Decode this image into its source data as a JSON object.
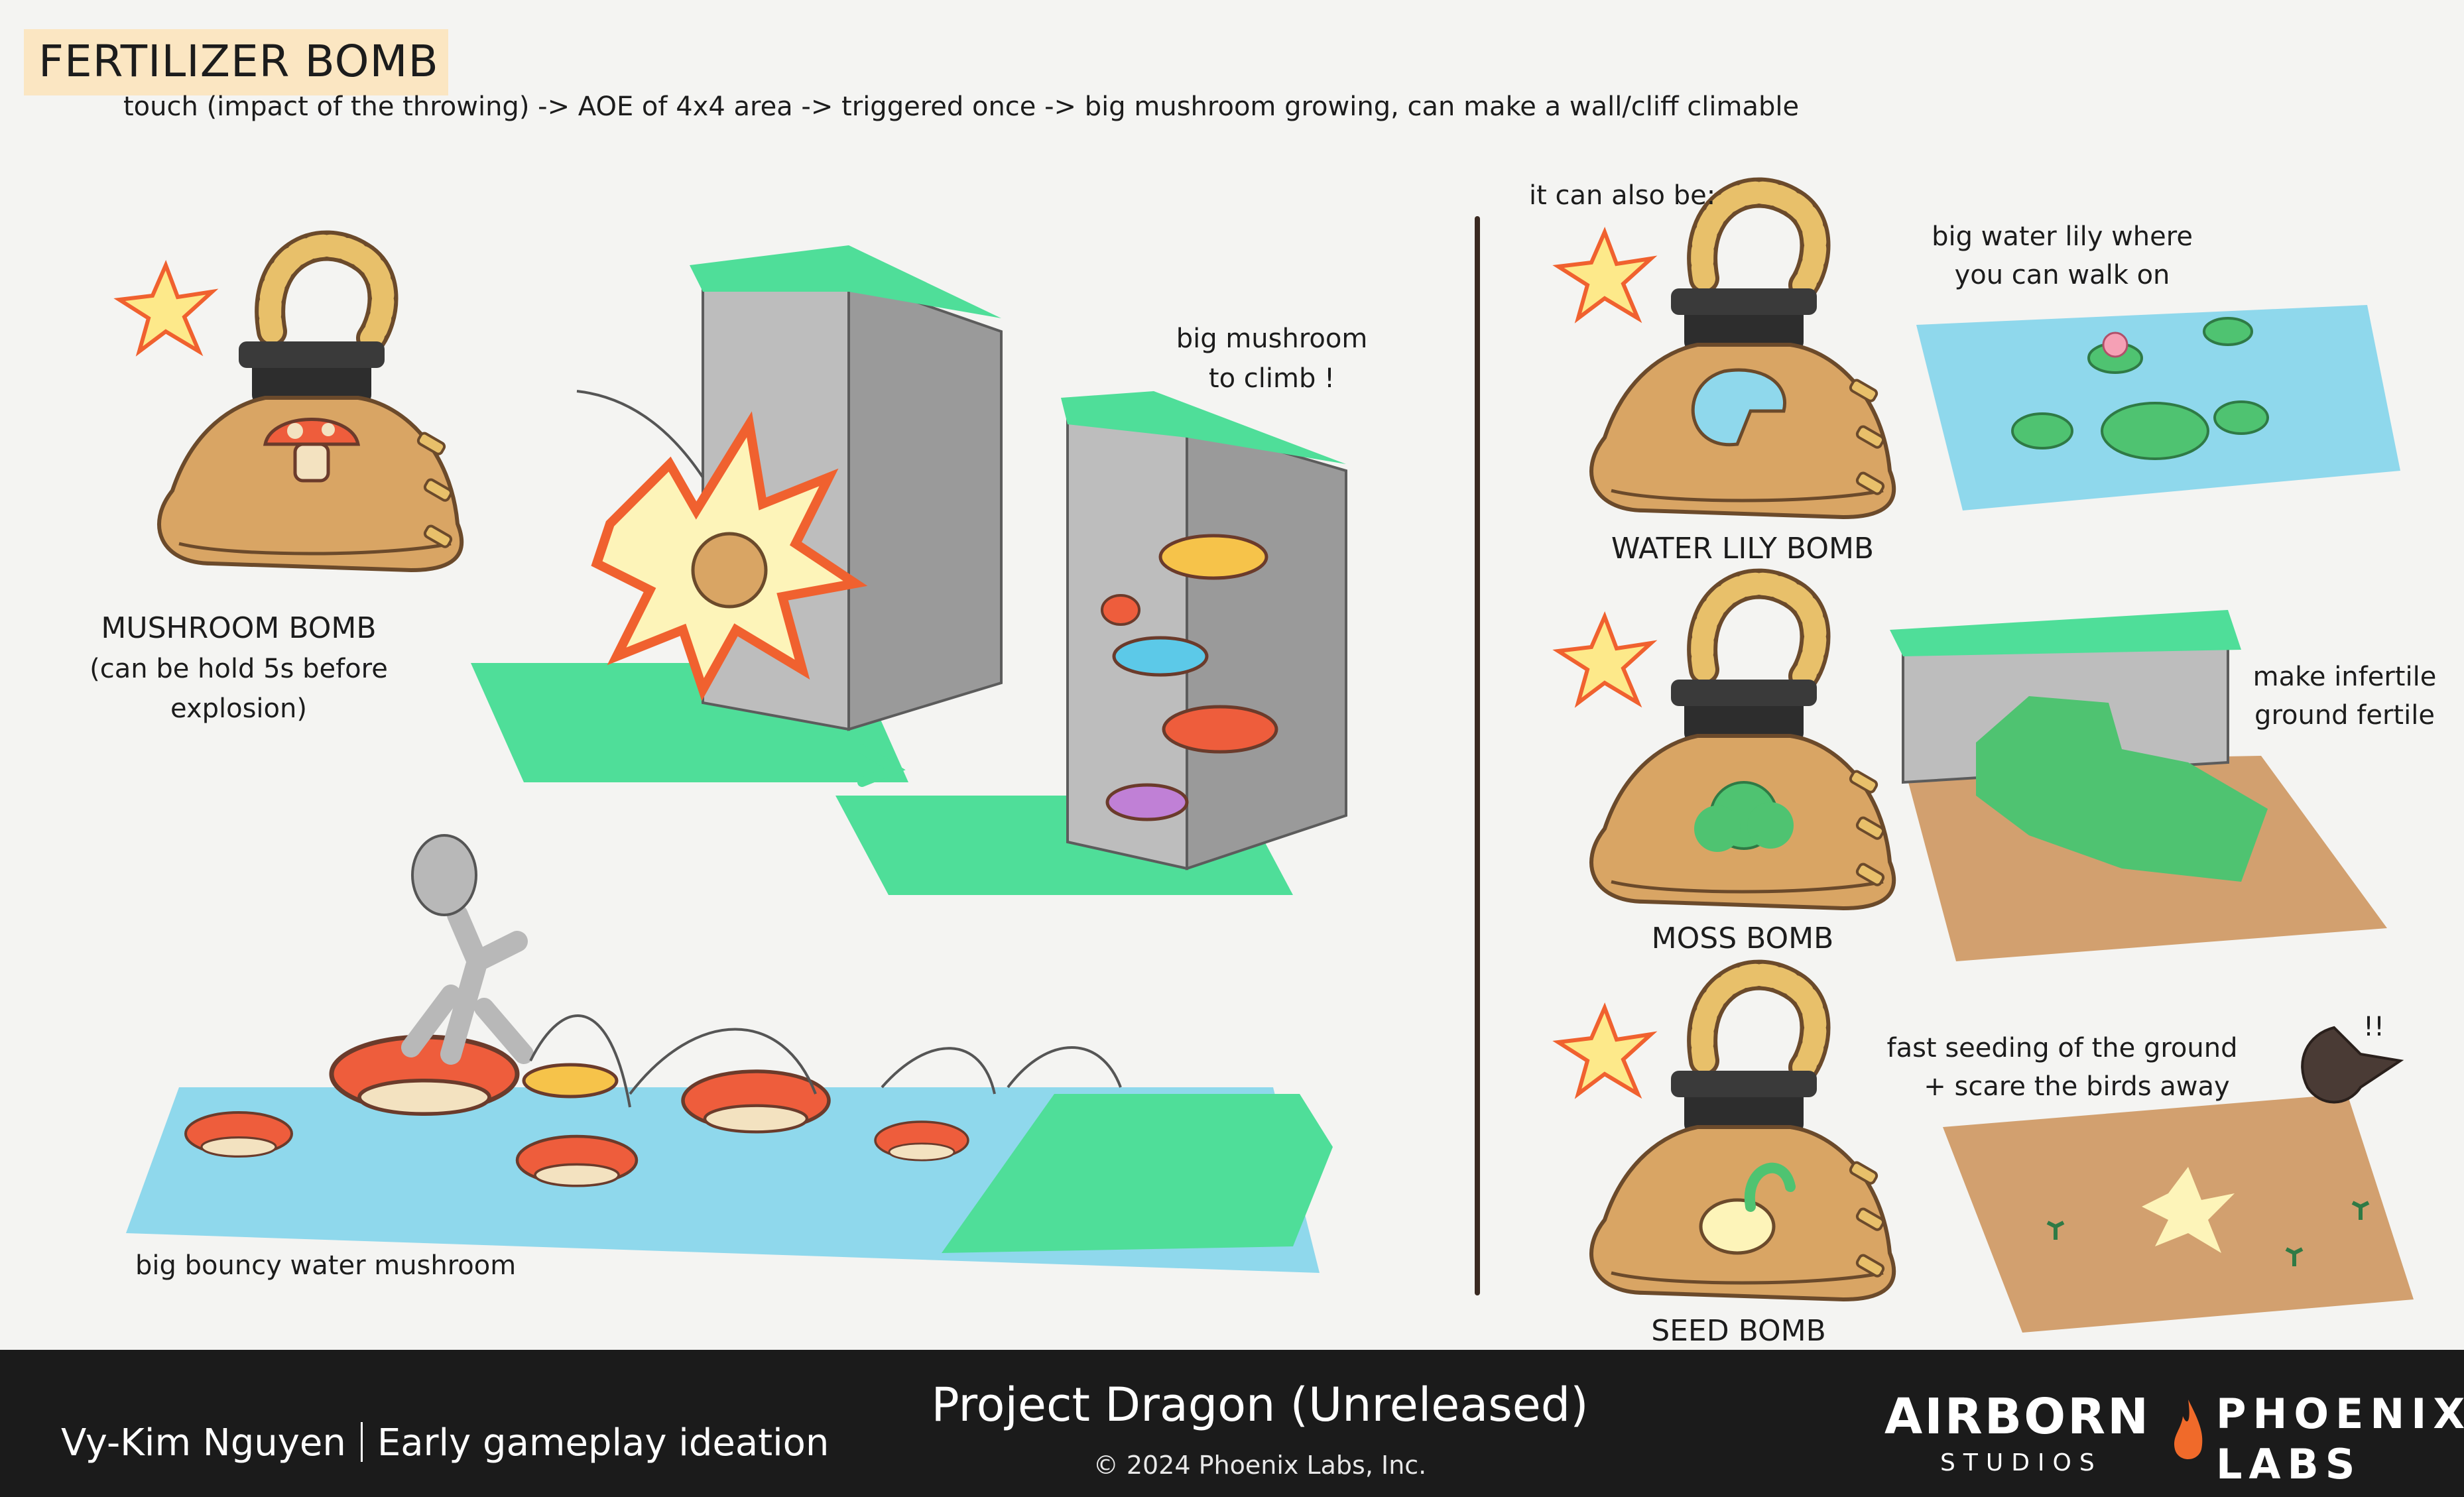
{
  "header": {
    "title": "FERTILIZER BOMB",
    "subtitle": "touch (impact of the throwing) -> AOE of 4x4 area -> triggered once -> big mushroom growing, can make a wall/cliff climable"
  },
  "left_panel": {
    "mushroom_bomb_name": "MUSHROOM BOMB",
    "mushroom_bomb_note_1": "(can be hold 5s before",
    "mushroom_bomb_note_2": "explosion)",
    "climb_note_1": "big mushroom",
    "climb_note_2": "to climb !",
    "water_note": "big bouncy water mushroom"
  },
  "right_panel": {
    "intro": "it can also be:",
    "variants": [
      {
        "name": "WATER LILY BOMB",
        "note_1": "big water lily where",
        "note_2": "you can walk on"
      },
      {
        "name": "MOSS BOMB",
        "note_1": "make infertile",
        "note_2": "ground fertile"
      },
      {
        "name": "SEED BOMB",
        "note_1": "fast seeding of the ground",
        "note_2": "+ scare the birds away",
        "bird_mark": "!!"
      }
    ]
  },
  "footer": {
    "author": "Vy-Kim Nguyen",
    "role": "Early gameplay ideation",
    "project": "Project Dragon (Unreleased)",
    "copyright": "© 2024 Phoenix Labs, Inc.",
    "logo_airborn": "AIRBORN",
    "logo_airborn_sub": "STUDIOS",
    "logo_phoenix_1": "PHOENIX",
    "logo_phoenix_2": "LABS"
  },
  "colors": {
    "background": "#f4f4f2",
    "title_highlight": "#fbe6c2",
    "grass": "#4fde99",
    "water": "#8fd8ec",
    "wall": "#b9b9b9",
    "dirt": "#d2a06f",
    "bomb_bag": "#d9a564",
    "mushroom_red": "#ee5d3c",
    "footer": "#1b1b1b"
  }
}
